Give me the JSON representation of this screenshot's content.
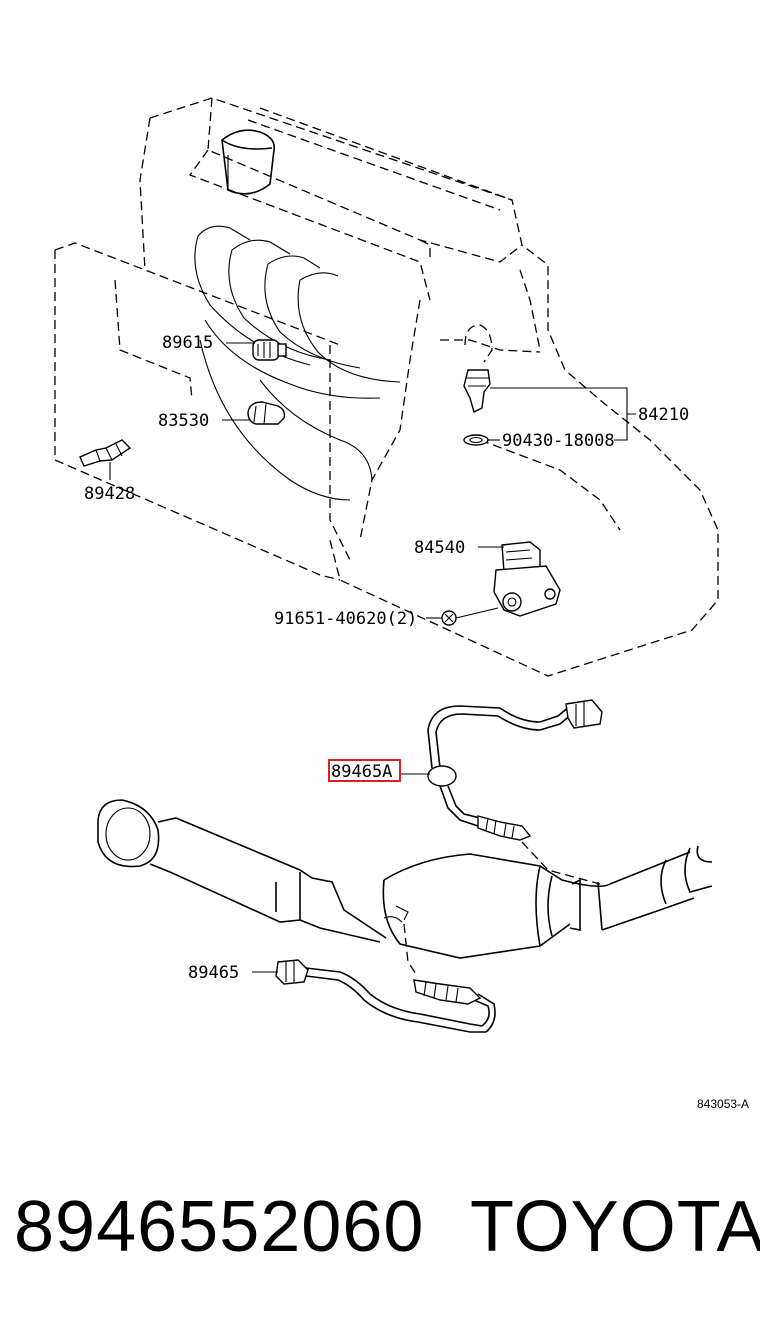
{
  "diagram": {
    "labels": {
      "p89615": "89615",
      "p83530": "83530",
      "p89428": "89428",
      "p84210": "84210",
      "p90430": "90430-18008",
      "p84540": "84540",
      "p91651": "91651-40620(2)",
      "p89465_upper": "89465A",
      "p89465_lower": "89465"
    },
    "highlight_color": "#e02020",
    "drawing_ref": "843053-A"
  },
  "footer": {
    "part_number": "8946552060",
    "brand": "TOYOTA"
  }
}
